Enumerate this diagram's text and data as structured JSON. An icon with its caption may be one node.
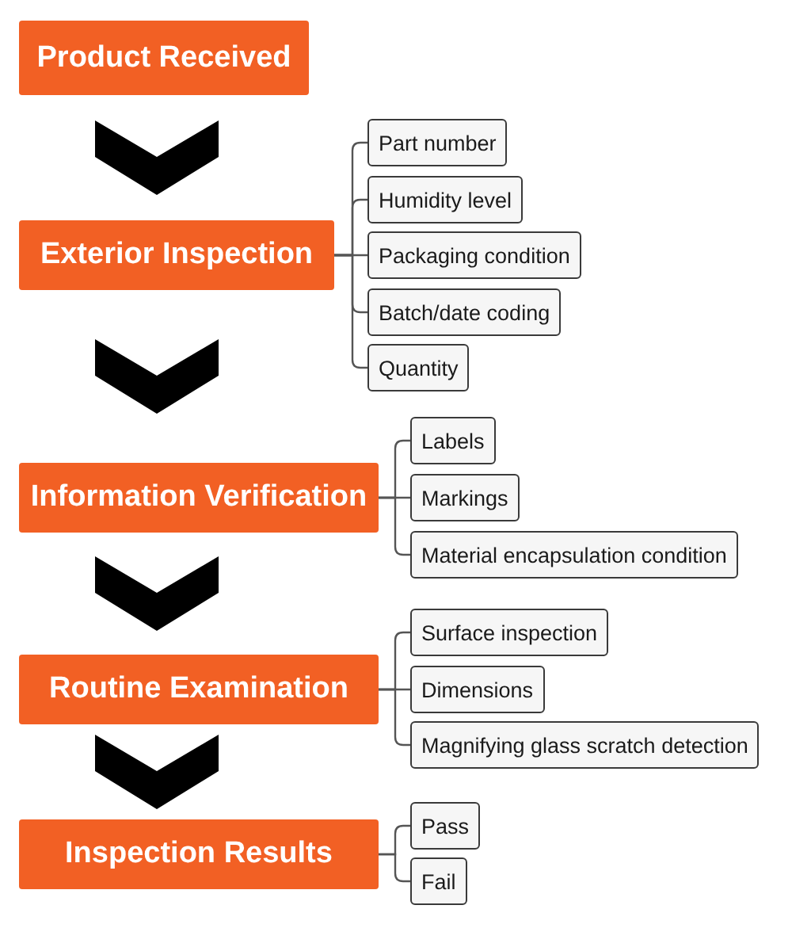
{
  "diagram": {
    "nodes": [
      {
        "text": [
          "Product Received"
        ]
      },
      {
        "text": [
          "Exterior Inspection"
        ]
      },
      {
        "text": [
          "Part number"
        ]
      },
      {
        "text": [
          "Humidity level"
        ]
      },
      {
        "text": [
          "Packaging condition"
        ]
      },
      {
        "text": [
          "Batch/date coding"
        ]
      },
      {
        "text": [
          "Quantity"
        ]
      },
      {
        "text": [
          "Information Verification"
        ]
      },
      {
        "text": [
          "Labels"
        ]
      },
      {
        "text": [
          "Markings"
        ]
      },
      {
        "text": [
          "Material encapsulation condition"
        ]
      },
      {
        "text": [
          "Routine Examination"
        ]
      },
      {
        "text": [
          "Surface inspection"
        ]
      },
      {
        "text": [
          "Dimensions"
        ]
      },
      {
        "text": [
          "Magnifying glass scratch detection"
        ]
      },
      {
        "text": [
          "Inspection Results"
        ]
      },
      {
        "text": [
          "Pass"
        ]
      },
      {
        "text": [
          "Fail"
        ]
      }
    ],
    "edges": [
      {
        "from": 0,
        "to": 1,
        "arrow": "to"
      },
      {
        "from": 1,
        "to": 7,
        "arrow": "to"
      },
      {
        "from": 7,
        "to": 11,
        "arrow": "to"
      },
      {
        "from": 11,
        "to": 15,
        "arrow": "to"
      },
      {
        "from": 1,
        "to": 2,
        "arrow": "none"
      },
      {
        "from": 1,
        "to": 3,
        "arrow": "none"
      },
      {
        "from": 1,
        "to": 4,
        "arrow": "none"
      },
      {
        "from": 1,
        "to": 5,
        "arrow": "none"
      },
      {
        "from": 1,
        "to": 6,
        "arrow": "none"
      },
      {
        "from": 7,
        "to": 8,
        "arrow": "none"
      },
      {
        "from": 7,
        "to": 9,
        "arrow": "none"
      },
      {
        "from": 7,
        "to": 10,
        "arrow": "none"
      },
      {
        "from": 11,
        "to": 12,
        "arrow": "none"
      },
      {
        "from": 11,
        "to": 13,
        "arrow": "none"
      },
      {
        "from": 11,
        "to": 14,
        "arrow": "none"
      },
      {
        "from": 15,
        "to": 16,
        "arrow": "none"
      },
      {
        "from": 15,
        "to": 17,
        "arrow": "none"
      }
    ]
  }
}
